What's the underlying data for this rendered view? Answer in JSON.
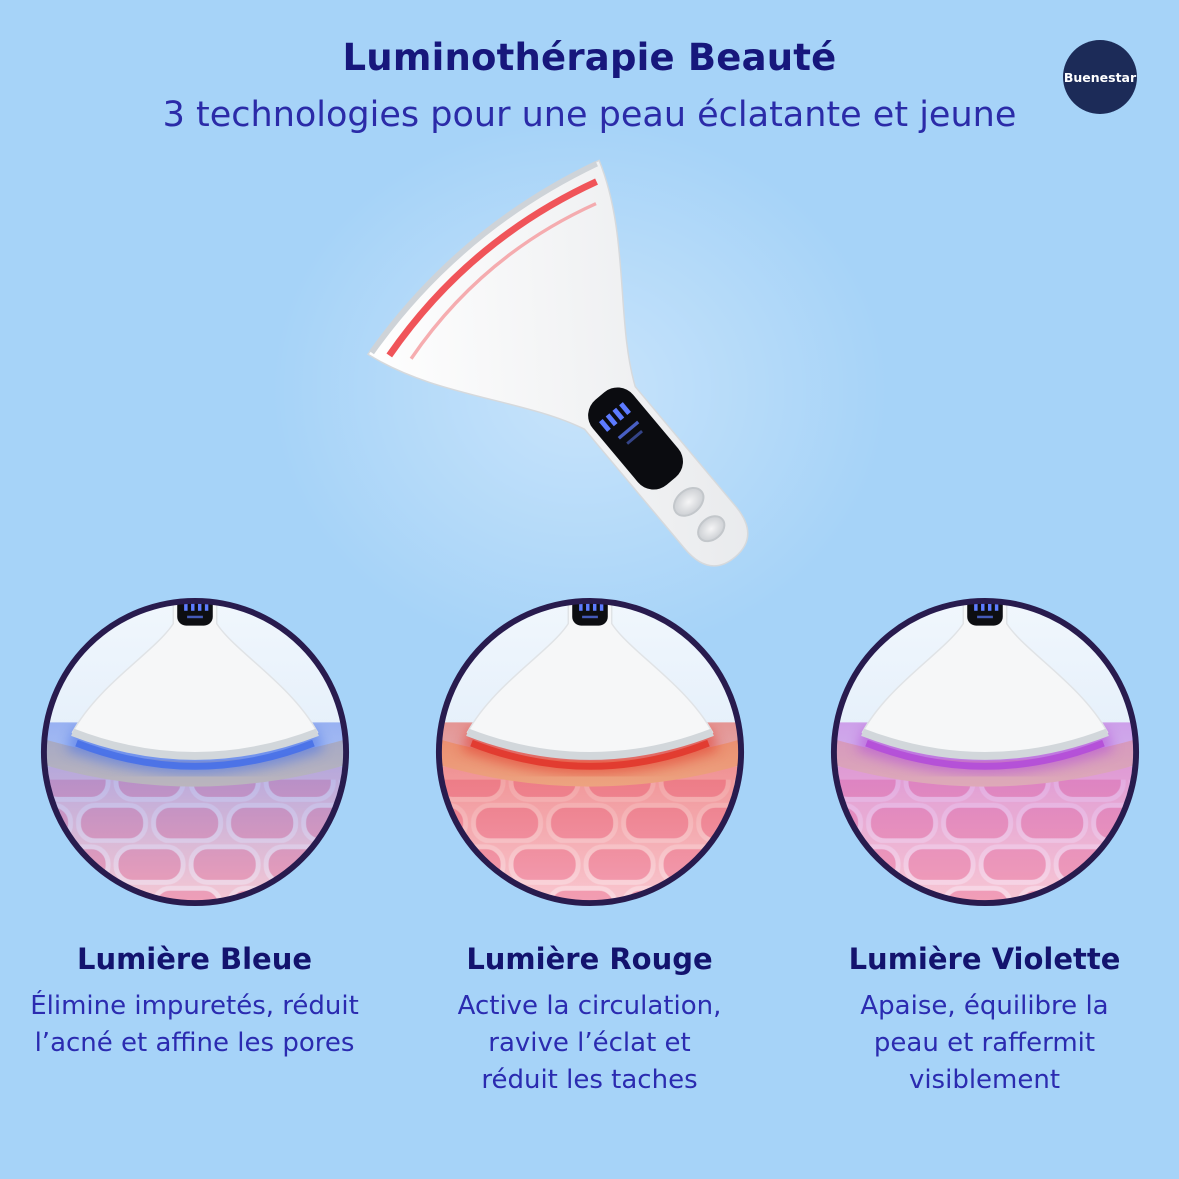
{
  "colors": {
    "background": "#a6d3f8",
    "title": "#17177c",
    "subtitle": "#2b2ba8",
    "feature_title": "#13136e",
    "feature_text": "#2b2bb0",
    "circle_border": "#281b4e",
    "logo_bg": "#1c2b58"
  },
  "header": {
    "title": "Luminothérapie Beauté",
    "subtitle": "3 technologies pour une peau éclatante et jeune"
  },
  "logo": {
    "label": "Buenestar"
  },
  "device": {
    "led_strip_color": "#ef4b50",
    "led_strip_soft_color": "#f59fa2",
    "display_glyph_color": "#5d7bff",
    "body_trim_color": "#ced3d8"
  },
  "features": [
    {
      "title": "Lumière Bleue",
      "description": "Élimine impuretés, réduit l’acné et affine les pores",
      "light_color": "#4a72e8"
    },
    {
      "title": "Lumière Rouge",
      "description": "Active la circulation, ravive l’éclat et réduit les taches",
      "light_color": "#e23a2e"
    },
    {
      "title": "Lumière Violette",
      "description": "Apaise, équilibre la peau et raffermit visiblement",
      "light_color": "#b44fd8"
    }
  ]
}
